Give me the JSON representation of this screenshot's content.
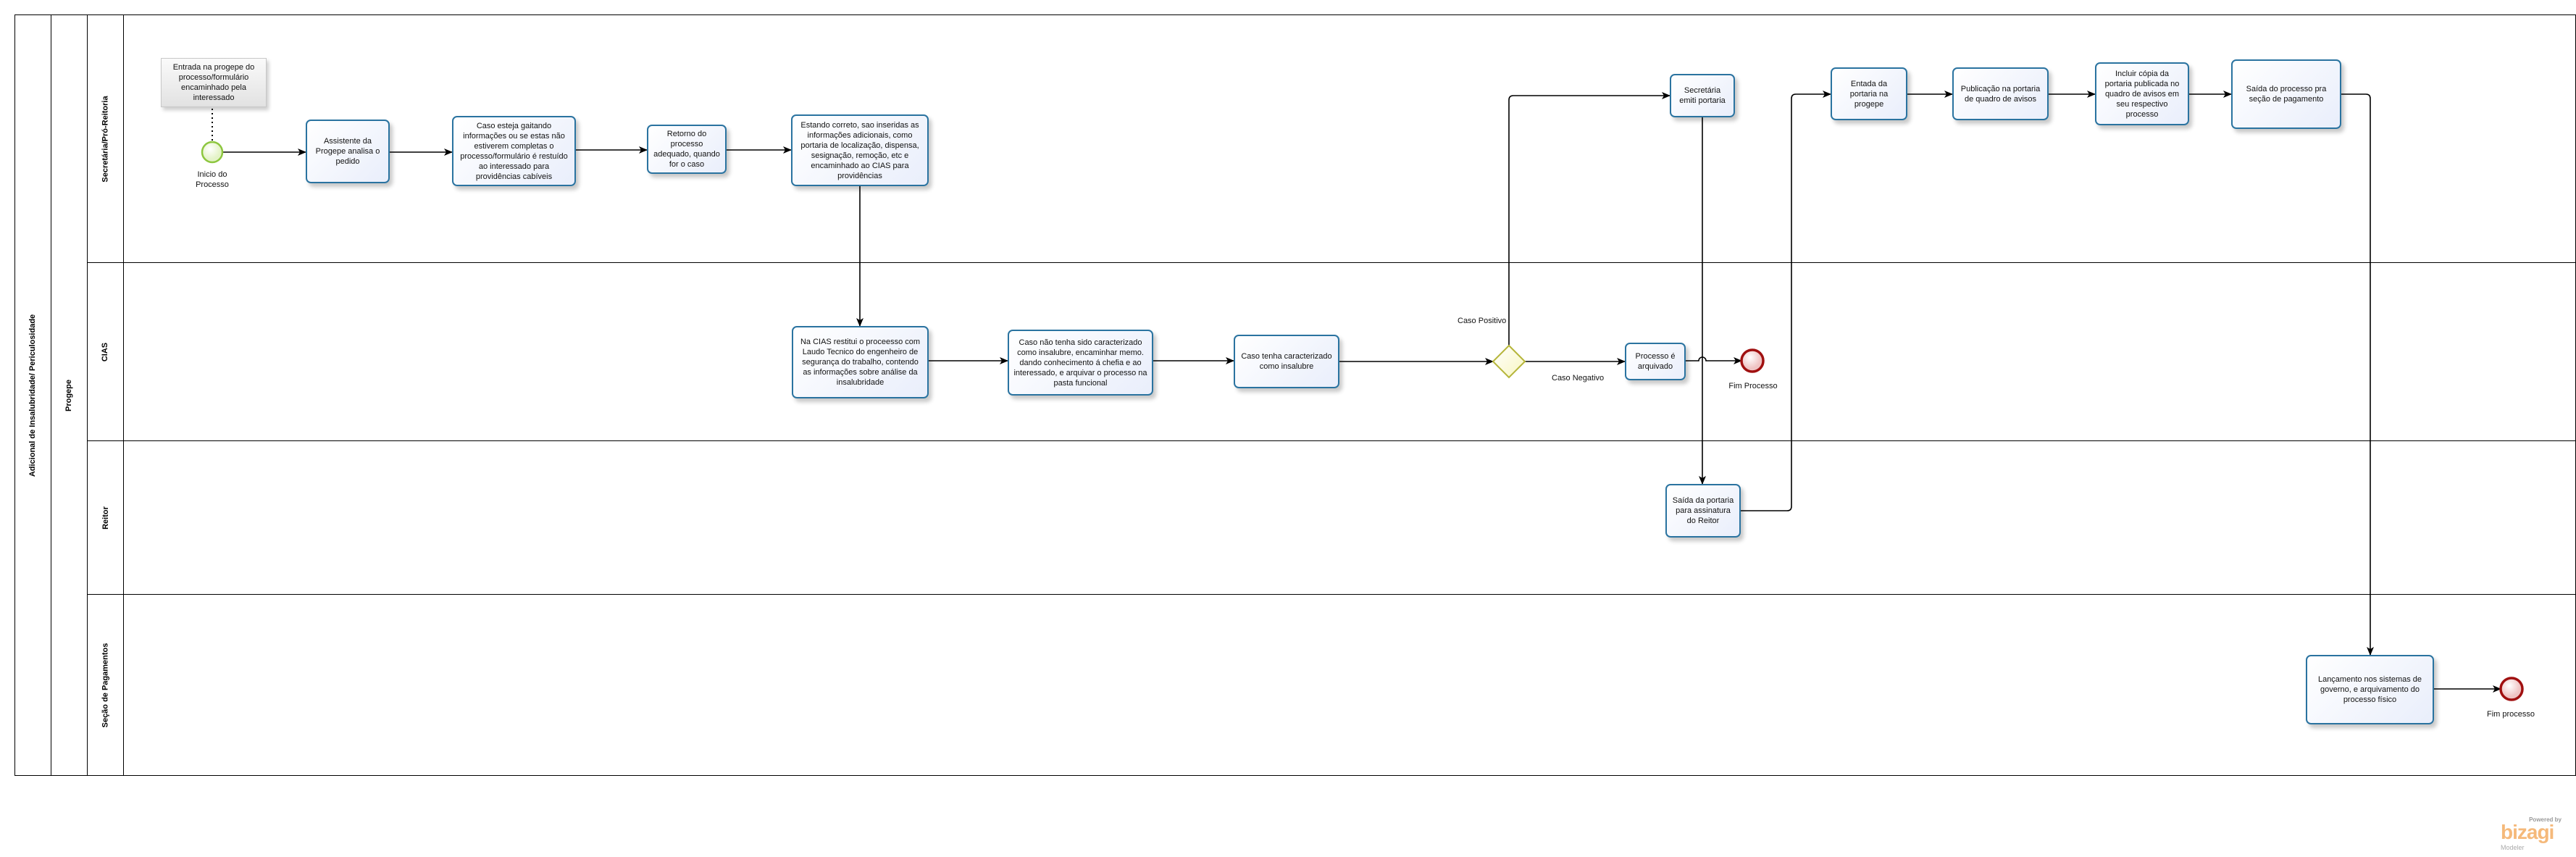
{
  "pool": {
    "title": "Adicional de Insalubridade/ Periculosidade",
    "participant": "Progepe"
  },
  "lanes": [
    {
      "label": "Secretária/Pró-Reitoria"
    },
    {
      "label": "CIAS"
    },
    {
      "label": "Reitor"
    },
    {
      "label": "Seção de Pagamentos"
    }
  ],
  "annotation": "Entrada na progepe do processo/formulário encaminhado pela interessado",
  "events": {
    "start": "Inicio do Processo",
    "end1": "Fim Processo",
    "end2": "Fim processo"
  },
  "tasks": {
    "assistente": "Assistente da Progepe analisa o pedido",
    "faltando": "Caso esteja gaitando informações ou se estas não estiverem completas o processo/formulário é restuído ao interessado para providências cabíveis",
    "retorno": "Retorno do processo adequado, quando for o caso",
    "correto": "Estando correto, sao inseridas as informações adicionais, como portaria de localização, dispensa, sesignação, remoção, etc e encaminhado ao CIAS para providências",
    "cias_laudo": "Na CIAS restitui o proceesso com Laudo Tecnico do engenheiro de segurança do trabalho, contendo as informações sobre análise da insalubridade",
    "nao_caracterizado": "Caso não tenha sido caracterizado como insalubre, encaminhar memo. dando conhecimento á chefia e ao interessado, e arquivar o processo na pasta funcional",
    "caracterizado": "Caso tenha caracterizado como insalubre",
    "arquivado": "Processo é arquivado",
    "emiti_portaria": "Secretária emiti portaria",
    "saida_portaria": "Saída da portaria para assinatura do Reitor",
    "entada_portaria": "Entada da portaria na progepe",
    "publicacao": "Publicação na portaria de quadro de avisos",
    "incluir_copia": "Incluir cópia da portaria publicada no quadro de avisos em seu respectivo processo",
    "saida_processo": "Saída do processo pra seção de pagamento",
    "lancamento": "Lançamento nos sistemas de governo, e arquivamento do processo físico"
  },
  "flows": {
    "positivo": "Caso Positivo",
    "negativo": "Caso Negativo"
  },
  "branding": {
    "powered": "Powered by",
    "name": "bizagi",
    "product": "Modeler"
  },
  "colors": {
    "task_border": "#2a73a0",
    "start": "#8dc63f",
    "end": "#a01010",
    "gateway": "#b5b53a",
    "logo": "#f5b97a"
  }
}
